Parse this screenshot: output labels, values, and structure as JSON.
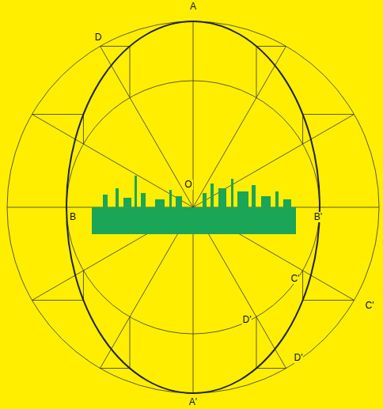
{
  "diagram": {
    "labels": [
      "A",
      "D",
      "B",
      "O",
      "B'",
      "C'",
      "C'",
      "D'",
      "D'",
      "A'"
    ]
  }
}
